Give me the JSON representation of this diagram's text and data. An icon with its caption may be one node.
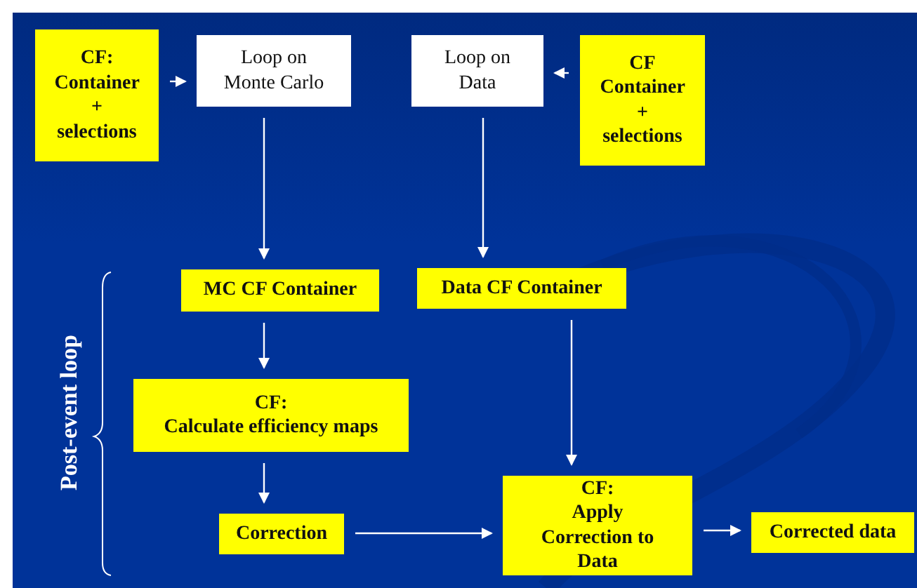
{
  "diagram": {
    "nodes": [
      {
        "text": [
          "CF: Container + selections"
        ]
      },
      {
        "text": [
          "Loop on Monte Carlo"
        ]
      },
      {
        "text": [
          "Loop on Data"
        ]
      },
      {
        "text": [
          "CF Container + selections"
        ]
      },
      {
        "text": [
          "MC CF Container"
        ]
      },
      {
        "text": [
          "Data CF Container"
        ]
      },
      {
        "text": [
          "CF:",
          "Calculate efficiency maps"
        ]
      },
      {
        "text": [
          "Correction"
        ]
      },
      {
        "text": [
          "CF:",
          "Apply Correction to Data"
        ]
      },
      {
        "text": [
          "Corrected data"
        ]
      }
    ],
    "edges": [
      {
        "from": 0,
        "to": 1,
        "arrow": "to"
      },
      {
        "from": 3,
        "to": 2,
        "arrow": "to"
      },
      {
        "from": 1,
        "to": 4,
        "arrow": "to"
      },
      {
        "from": 2,
        "to": 5,
        "arrow": "to"
      },
      {
        "from": 4,
        "to": 6,
        "arrow": "to"
      },
      {
        "from": 6,
        "to": 7,
        "arrow": "to"
      },
      {
        "from": 5,
        "to": 8,
        "arrow": "to"
      },
      {
        "from": 7,
        "to": 8,
        "arrow": "to"
      },
      {
        "from": 8,
        "to": 9,
        "arrow": "to"
      }
    ],
    "labels": [
      "Post-event loop"
    ]
  }
}
